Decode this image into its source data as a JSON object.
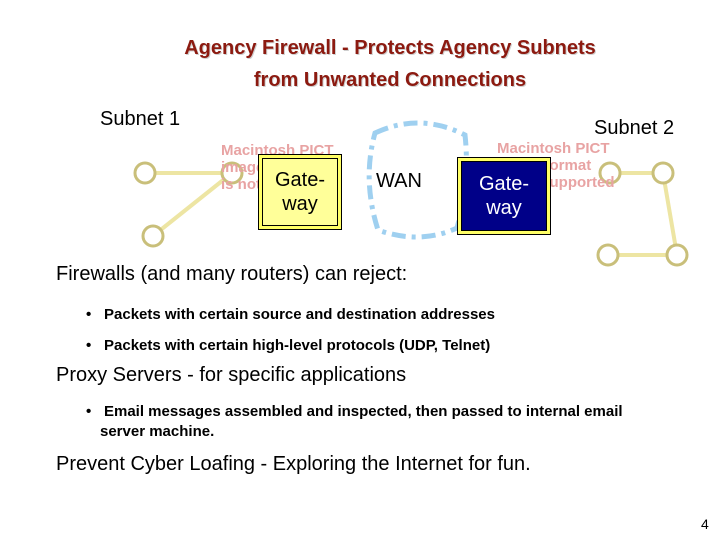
{
  "title": {
    "line1": "Agency Firewall - Protects Agency Subnets",
    "line2": "from Unwanted Connections"
  },
  "diagram": {
    "subnet1_label": "Subnet  1",
    "subnet2_label": "Subnet 2",
    "gateway1": {
      "line1": "Gate-",
      "line2": "way"
    },
    "gateway2": {
      "line1": "Gate-",
      "line2": "way"
    },
    "wan_label": "WAN",
    "pict_left": {
      "line1": "Macintosh PICT",
      "line2": "image format",
      "line3": "is not supported"
    },
    "pict_right": {
      "line1": "Macintosh PICT",
      "line2": "image format",
      "line3": "is not supported"
    },
    "colors": {
      "node": "#ede5a3",
      "node_stroke": "#c9bf7a",
      "wan_cloud": "#9fd0f0"
    }
  },
  "sections": [
    {
      "heading": "Firewalls (and many routers) can reject:",
      "bullets": [
        "Packets with certain source and destination addresses",
        "Packets with certain high-level protocols (UDP, Telnet)"
      ]
    },
    {
      "heading": "Proxy Servers - for specific applications",
      "bullets": [
        "Email messages assembled and inspected, then passed to internal email server machine."
      ]
    },
    {
      "heading": "Prevent Cyber Loafing - Exploring the Internet for fun.",
      "bullets": []
    }
  ],
  "bullet_char": "•",
  "page_number": "4"
}
